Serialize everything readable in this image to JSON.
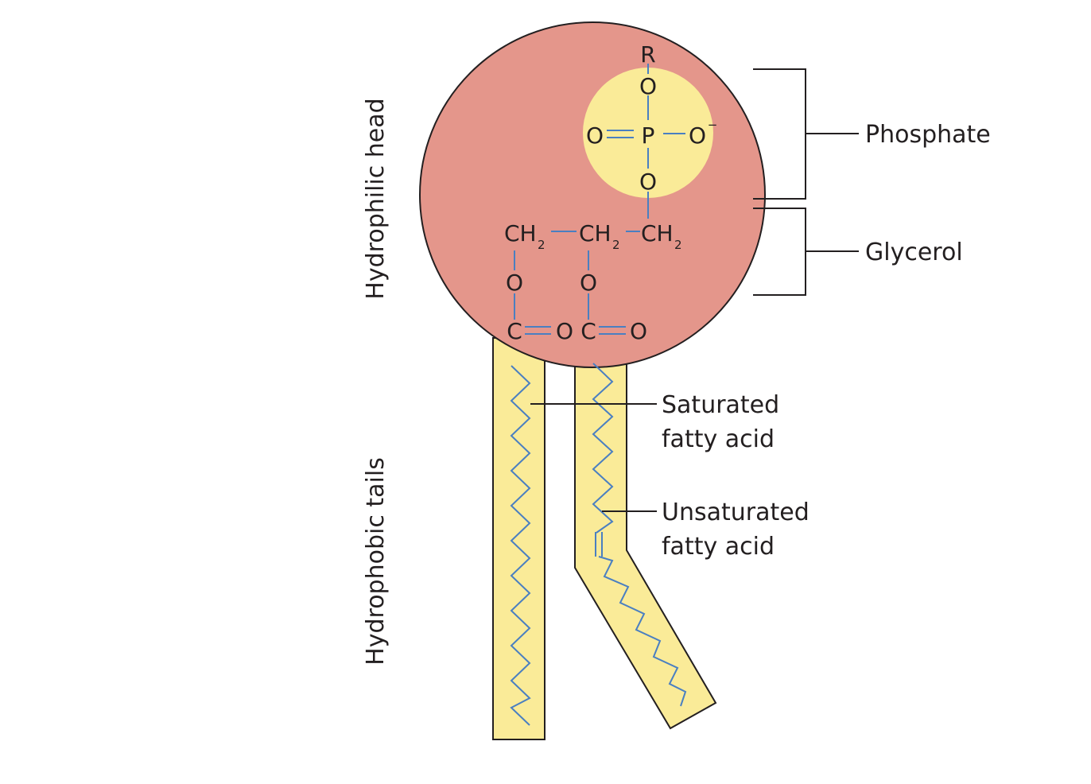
{
  "colors": {
    "head_fill": "#e4968b",
    "tail_fill": "#faeb98",
    "phosphate_fill": "#faeb98",
    "bond_color": "#4a7fc1",
    "outline_color": "#231f20"
  },
  "labels": {
    "hydrophilic_head": "Hydrophilic head",
    "hydrophobic_tails": "Hydrophobic tails",
    "phosphate": "Phosphate",
    "glycerol": "Glycerol",
    "saturated_line1": "Saturated",
    "saturated_line2": "fatty acid",
    "unsaturated_line1": "Unsaturated",
    "unsaturated_line2": "fatty acid"
  },
  "molecule": {
    "r": "R",
    "o": "O",
    "p": "P",
    "o_minus": "O",
    "minus_sign": "−",
    "ch": "CH",
    "sub_2": "2",
    "c": "C"
  }
}
